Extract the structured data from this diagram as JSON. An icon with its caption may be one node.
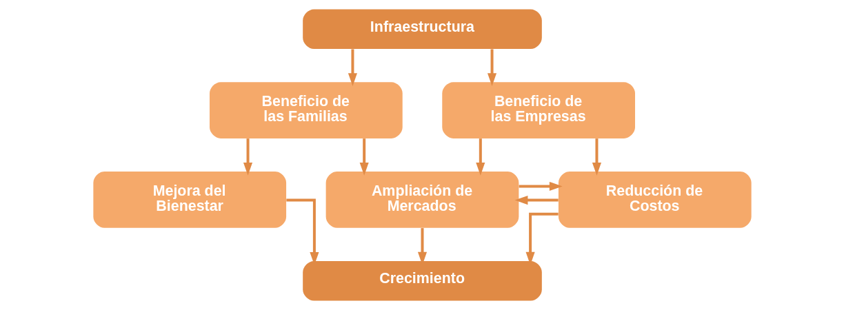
{
  "diagram": {
    "nodes": [
      {
        "text": [
          "Infraestructura"
        ]
      },
      {
        "text": [
          "Beneficio de las Familias"
        ]
      },
      {
        "text": [
          "Beneficio de las Empresas"
        ]
      },
      {
        "text": [
          "Mejora del Bienestar"
        ]
      },
      {
        "text": [
          "Ampliación de Mercados"
        ]
      },
      {
        "text": [
          "Reducción de Costos"
        ]
      },
      {
        "text": [
          "Crecimiento"
        ]
      }
    ],
    "edges": [
      {
        "from": 0,
        "to": 1,
        "arrow": "to"
      },
      {
        "from": 0,
        "to": 2,
        "arrow": "to"
      },
      {
        "from": 1,
        "to": 3,
        "arrow": "to"
      },
      {
        "from": 1,
        "to": 4,
        "arrow": "to"
      },
      {
        "from": 2,
        "to": 4,
        "arrow": "to"
      },
      {
        "from": 2,
        "to": 5,
        "arrow": "to"
      },
      {
        "from": 5,
        "to": 4,
        "arrow": "to"
      },
      {
        "from": 4,
        "to": 5,
        "arrow": "to"
      },
      {
        "from": 3,
        "to": 6,
        "arrow": "to"
      },
      {
        "from": 4,
        "to": 6,
        "arrow": "to"
      },
      {
        "from": 5,
        "to": 6,
        "arrow": "to"
      }
    ]
  }
}
